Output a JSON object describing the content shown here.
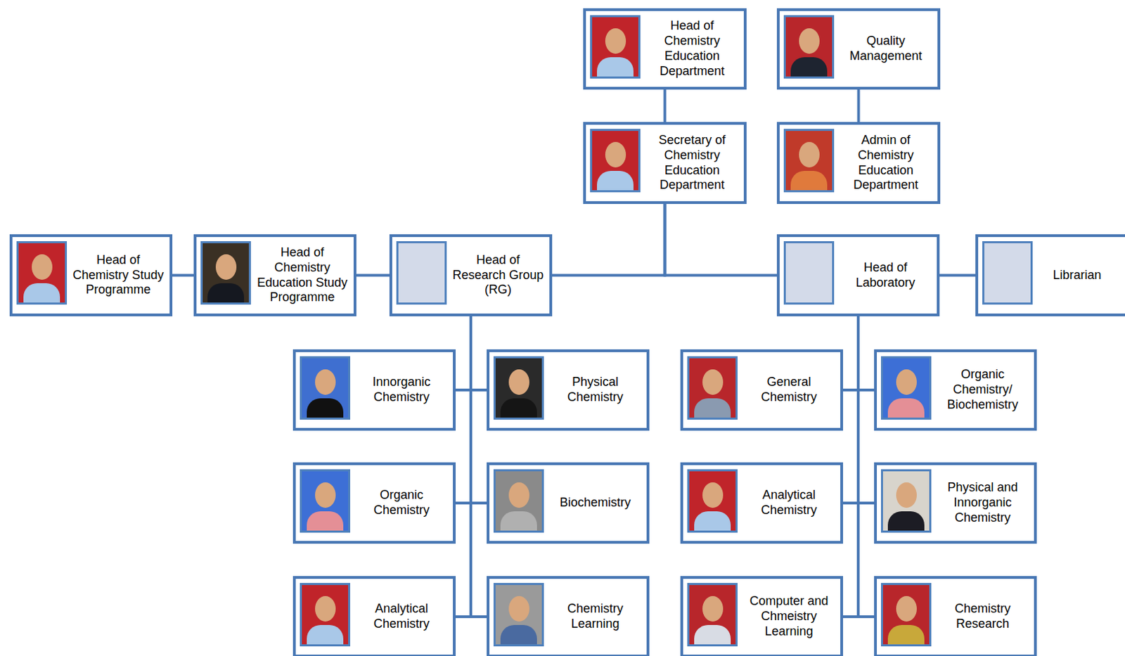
{
  "diagram": {
    "nodes": [
      {
        "text": [
          "Head of Chemistry Education Department"
        ]
      },
      {
        "text": [
          "Quality Management"
        ]
      },
      {
        "text": [
          "Secretary of Chemistry Education Department"
        ]
      },
      {
        "text": [
          "Admin of Chemistry Education Department"
        ]
      },
      {
        "text": [
          "Head of Chemistry Study Programme"
        ]
      },
      {
        "text": [
          "Head of Chemistry Education Study Programme"
        ]
      },
      {
        "text": [
          "Head of Research Group (RG)"
        ]
      },
      {
        "text": [
          "Head of Laboratory"
        ]
      },
      {
        "text": [
          "Librarian"
        ]
      },
      {
        "text": [
          "Innorganic Chemistry"
        ]
      },
      {
        "text": [
          "Physical Chemistry"
        ]
      },
      {
        "text": [
          "General Chemistry"
        ]
      },
      {
        "text": [
          "Organic Chemistry/ Biochemistry"
        ]
      },
      {
        "text": [
          "Organic Chemistry"
        ]
      },
      {
        "text": [
          "Biochemistry"
        ]
      },
      {
        "text": [
          "Analytical Chemistry"
        ]
      },
      {
        "text": [
          "Physical and Innorganic Chemistry"
        ]
      },
      {
        "text": [
          "Analytical Chemistry"
        ]
      },
      {
        "text": [
          "Chemistry Learning"
        ]
      },
      {
        "text": [
          "Computer and Chmeistry Learning"
        ]
      },
      {
        "text": [
          "Chemistry Research"
        ]
      }
    ],
    "edges": [
      {
        "from": 0,
        "to": 2,
        "arrow": "none"
      },
      {
        "from": 1,
        "to": 3,
        "arrow": "none"
      },
      {
        "from": 2,
        "to": 6,
        "arrow": "none"
      },
      {
        "from": 2,
        "to": 7,
        "arrow": "none"
      },
      {
        "from": 4,
        "to": 5,
        "arrow": "none"
      },
      {
        "from": 5,
        "to": 6,
        "arrow": "none"
      },
      {
        "from": 7,
        "to": 8,
        "arrow": "none"
      },
      {
        "from": 6,
        "to": 9,
        "arrow": "none"
      },
      {
        "from": 6,
        "to": 10,
        "arrow": "none"
      },
      {
        "from": 6,
        "to": 13,
        "arrow": "none"
      },
      {
        "from": 6,
        "to": 14,
        "arrow": "none"
      },
      {
        "from": 6,
        "to": 17,
        "arrow": "none"
      },
      {
        "from": 6,
        "to": 18,
        "arrow": "none"
      },
      {
        "from": 7,
        "to": 11,
        "arrow": "none"
      },
      {
        "from": 7,
        "to": 12,
        "arrow": "none"
      },
      {
        "from": 7,
        "to": 15,
        "arrow": "none"
      },
      {
        "from": 7,
        "to": 16,
        "arrow": "none"
      },
      {
        "from": 7,
        "to": 19,
        "arrow": "none"
      },
      {
        "from": 7,
        "to": 20,
        "arrow": "none"
      }
    ]
  }
}
